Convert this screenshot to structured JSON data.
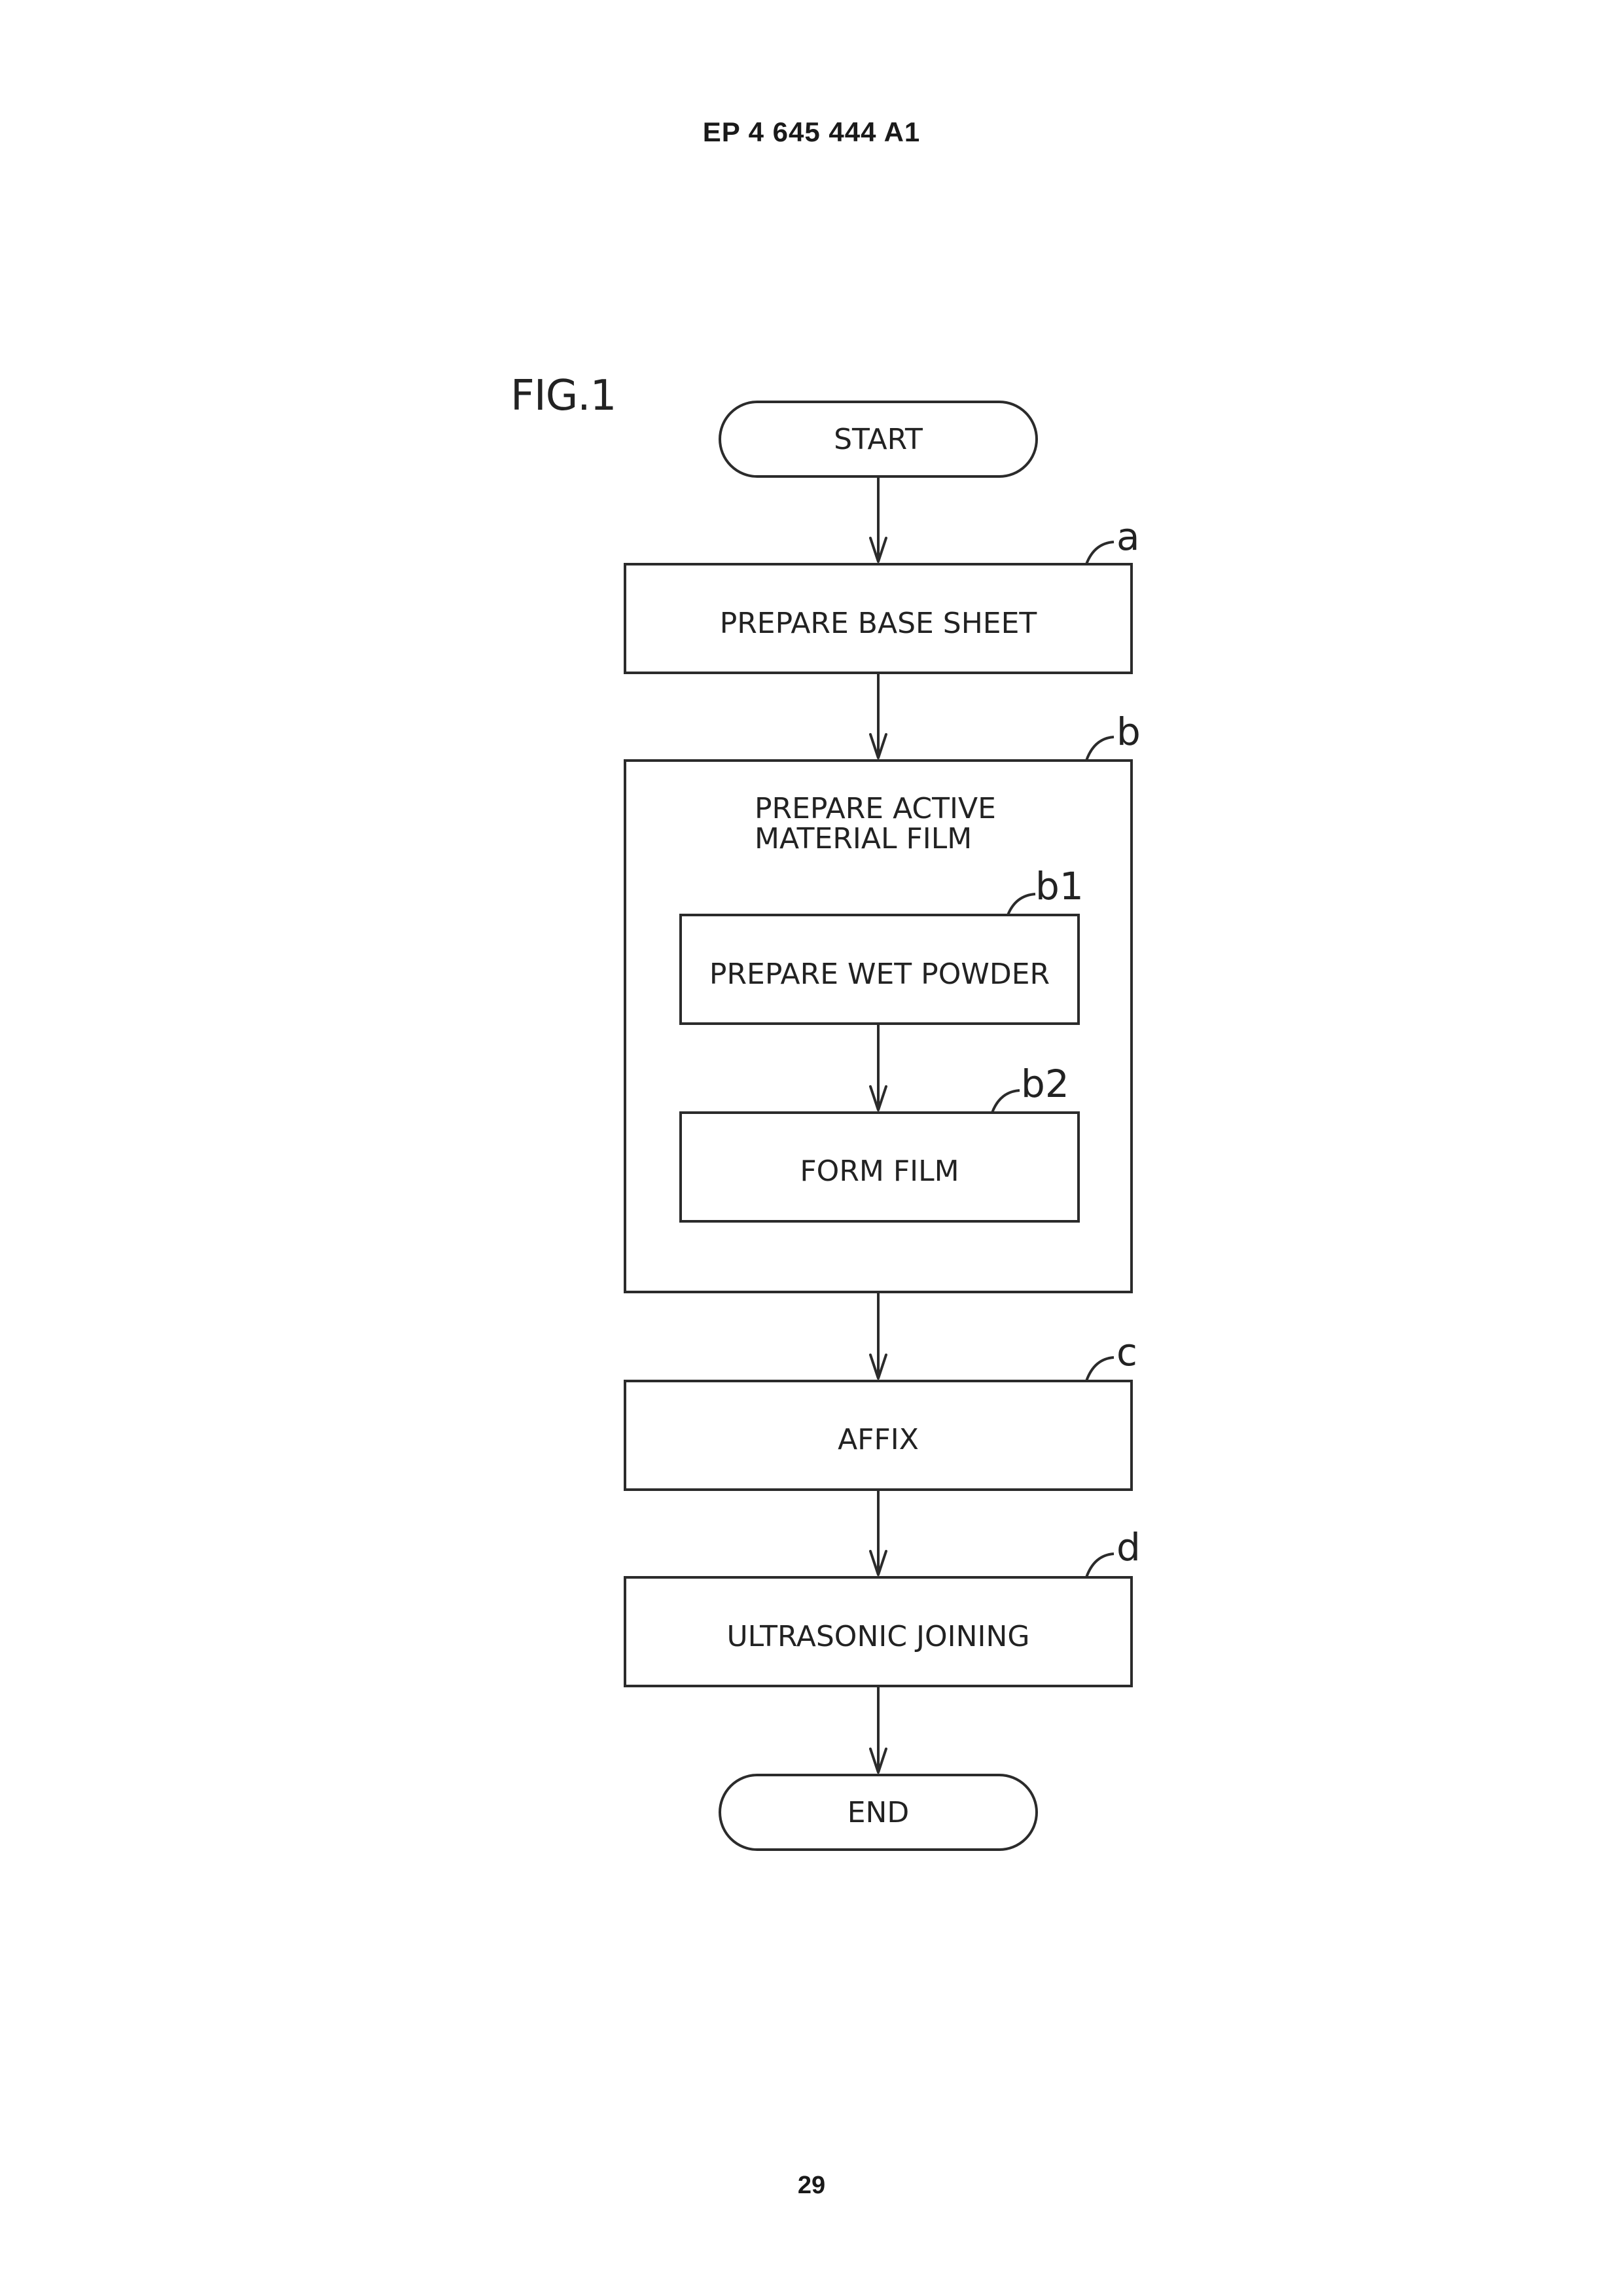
{
  "header": {
    "publication": "EP 4 645 444 A1"
  },
  "figure": {
    "label": "FIG.1"
  },
  "flow": {
    "start": "START",
    "end": "END",
    "steps": {
      "a": {
        "ref": "a",
        "label": "PREPARE BASE SHEET"
      },
      "b": {
        "ref": "b",
        "label_line1": "PREPARE ACTIVE",
        "label_line2": "MATERIAL FILM"
      },
      "b1": {
        "ref": "b1",
        "label": "PREPARE WET POWDER"
      },
      "b2": {
        "ref": "b2",
        "label": "FORM FILM"
      },
      "c": {
        "ref": "c",
        "label": "AFFIX"
      },
      "d": {
        "ref": "d",
        "label": "ULTRASONIC JOINING"
      }
    }
  },
  "footer": {
    "page": "29"
  }
}
